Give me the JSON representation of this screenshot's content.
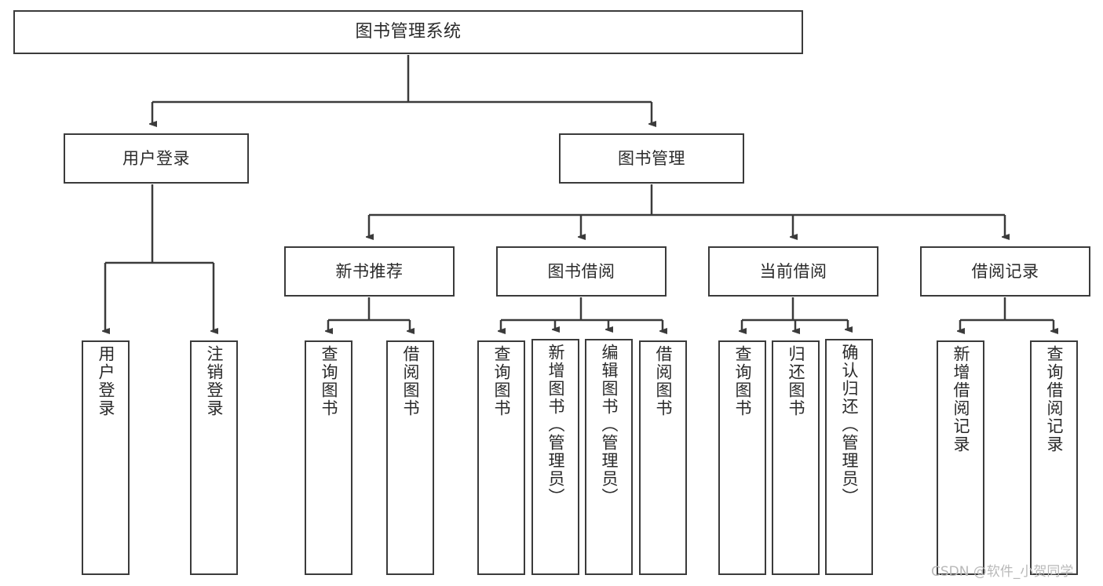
{
  "diagram": {
    "type": "tree-hierarchy-chart",
    "title": "图书管理系统",
    "stroke_color": "#3b3b3b",
    "text_color": "#2a2a2a",
    "background_color": "#ffffff",
    "root": {
      "label": "图书管理系统"
    },
    "level2": [
      {
        "label": "用户登录"
      },
      {
        "label": "图书管理"
      }
    ],
    "level3": [
      {
        "label": "新书推荐"
      },
      {
        "label": "图书借阅"
      },
      {
        "label": "当前借阅"
      },
      {
        "label": "借阅记录"
      }
    ],
    "leaves": {
      "user_login": [
        {
          "label": "用户登录"
        },
        {
          "label": "注销登录"
        }
      ],
      "new_book_recommend": [
        {
          "label": "查询图书"
        },
        {
          "label": "借阅图书"
        }
      ],
      "book_borrow": [
        {
          "label": "查询图书"
        },
        {
          "label": "新增图书（管理员）"
        },
        {
          "label": "编辑图书（管理员）"
        },
        {
          "label": "借阅图书"
        }
      ],
      "current_borrow": [
        {
          "label": "查询图书"
        },
        {
          "label": "归还图书"
        },
        {
          "label": "确认归还（管理员）"
        }
      ],
      "borrow_record": [
        {
          "label": "新增借阅记录"
        },
        {
          "label": "查询借阅记录"
        }
      ]
    }
  },
  "watermark": {
    "text": "CSDN @软件_小贺同学"
  }
}
